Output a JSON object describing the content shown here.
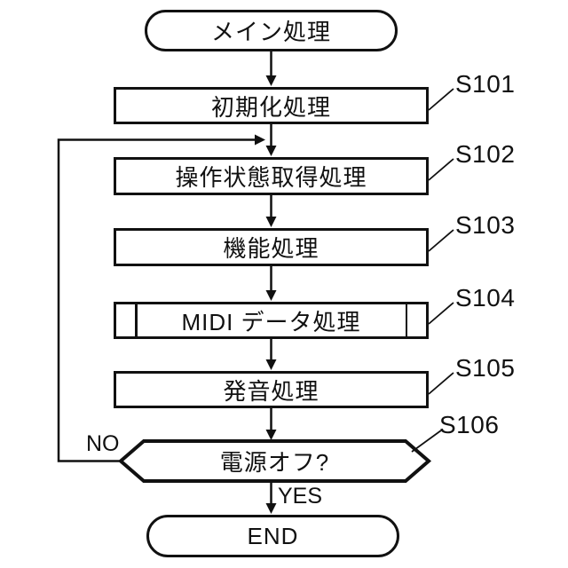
{
  "figure": {
    "type": "flowchart",
    "colors": {
      "stroke": "#111111",
      "fill": "#ffffff",
      "background": "#ffffff"
    },
    "nodes": {
      "start": {
        "type": "terminal",
        "label": "メイン処理"
      },
      "s101": {
        "type": "process",
        "label": "初期化処理",
        "step": "S101"
      },
      "s102": {
        "type": "process",
        "label": "操作状態取得処理",
        "step": "S102"
      },
      "s103": {
        "type": "process",
        "label": "機能処理",
        "step": "S103"
      },
      "s104": {
        "type": "subroutine",
        "label": "MIDI データ処理",
        "step": "S104"
      },
      "s105": {
        "type": "process",
        "label": "発音処理",
        "step": "S105"
      },
      "s106": {
        "type": "decision",
        "label": "電源オフ?",
        "step": "S106"
      },
      "end": {
        "type": "terminal",
        "label": "END"
      }
    },
    "branch_labels": {
      "no": "NO",
      "yes": "YES"
    }
  }
}
